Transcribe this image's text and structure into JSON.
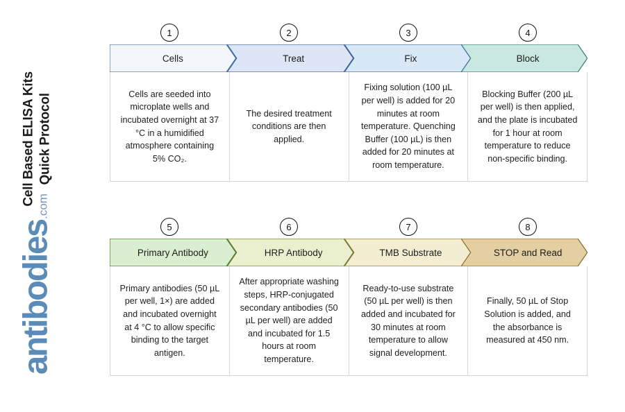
{
  "document": {
    "title": "Cell Based ELISA Kits\nQuick Protocol",
    "brand_name": "antibodies",
    "brand_tld": ".com",
    "brand_color": "#5b8cb8"
  },
  "rows": [
    {
      "name": "row-top",
      "steps": [
        {
          "number": "1",
          "label": "Cells",
          "body": "Cells are seeded into microplate wells and incubated overnight at 37 °C in a humidified atmosphere containing 5% CO₂.",
          "fill": "#f3f7fb",
          "stroke": "#4a72a8"
        },
        {
          "number": "2",
          "label": "Treat",
          "body": "The desired treatment conditions are then applied.",
          "fill": "#dee5f6",
          "stroke": "#3c5f96"
        },
        {
          "number": "3",
          "label": "Fix",
          "body": "Fixing solution (100 µL per well) is added for 20 minutes at room temperature. Quenching Buffer (100 µL) is then added for 20 minutes at room temperature.",
          "fill": "#d9e8f6",
          "stroke": "#3e6fa0"
        },
        {
          "number": "4",
          "label": "Block",
          "body": "Blocking Buffer (200 µL per well) is then applied, and the plate is incubated for 1 hour at room temperature to reduce non-specific binding.",
          "fill": "#c9e8e0",
          "stroke": "#3f7f75"
        }
      ]
    },
    {
      "name": "row-bottom",
      "steps": [
        {
          "number": "5",
          "label": "Primary Antibody",
          "body": "Primary antibodies (50 µL per well, 1×) are added and incubated overnight at 4 °C to allow specific binding to the target antigen.",
          "fill": "#d9efcf",
          "stroke": "#4a7a33"
        },
        {
          "number": "6",
          "label": "HRP Antibody",
          "body": "After appropriate washing steps, HRP-conjugated secondary antibodies (50 µL per well) are added and incubated for 1.5 hours at room temperature.",
          "fill": "#eaf0cd",
          "stroke": "#6e8033"
        },
        {
          "number": "7",
          "label": "TMB Substrate",
          "body": "Ready-to-use substrate (50 µL per well) is then added and incubated for 30 minutes at room temperature to allow signal development.",
          "fill": "#f3edd1",
          "stroke": "#8a7434"
        },
        {
          "number": "8",
          "label": "STOP and Read",
          "body": "Finally, 50 µL of Stop Solution is added, and the absorbance is measured at 450 nm.",
          "fill": "#e3cfa2",
          "stroke": "#8a6c2e"
        }
      ]
    }
  ]
}
